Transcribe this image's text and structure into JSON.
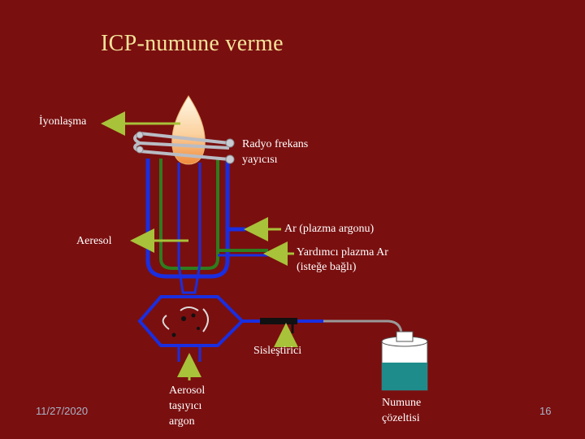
{
  "title": "ICP-numune verme",
  "labels": {
    "ionization": "İyonlaşma",
    "rf_coil_line1": "Radyo frekans",
    "rf_coil_line2": "yayıcısı",
    "plasma_ar": "Ar (plazma argonu)",
    "aerosol": "Aeresol",
    "aux_ar_line1": "Yardımcı plazma Ar",
    "aux_ar_line2": "(isteğe bağlı)",
    "nebulizer": "Sisleştirici",
    "carrier_line1": "Aerosol",
    "carrier_line2": "taşıyıcı",
    "carrier_line3": "argon",
    "sample_line1": "Numune",
    "sample_line2": "çözeltisi"
  },
  "footer": {
    "date": "11/27/2020",
    "page": "16"
  },
  "colors": {
    "background": "#7a0f0f",
    "title": "#f5e39a",
    "arrow": "#a8c23a",
    "tube_blue": "#1a2ee0",
    "tube_green": "#2e7d1e",
    "solution": "#1f8c8c"
  }
}
